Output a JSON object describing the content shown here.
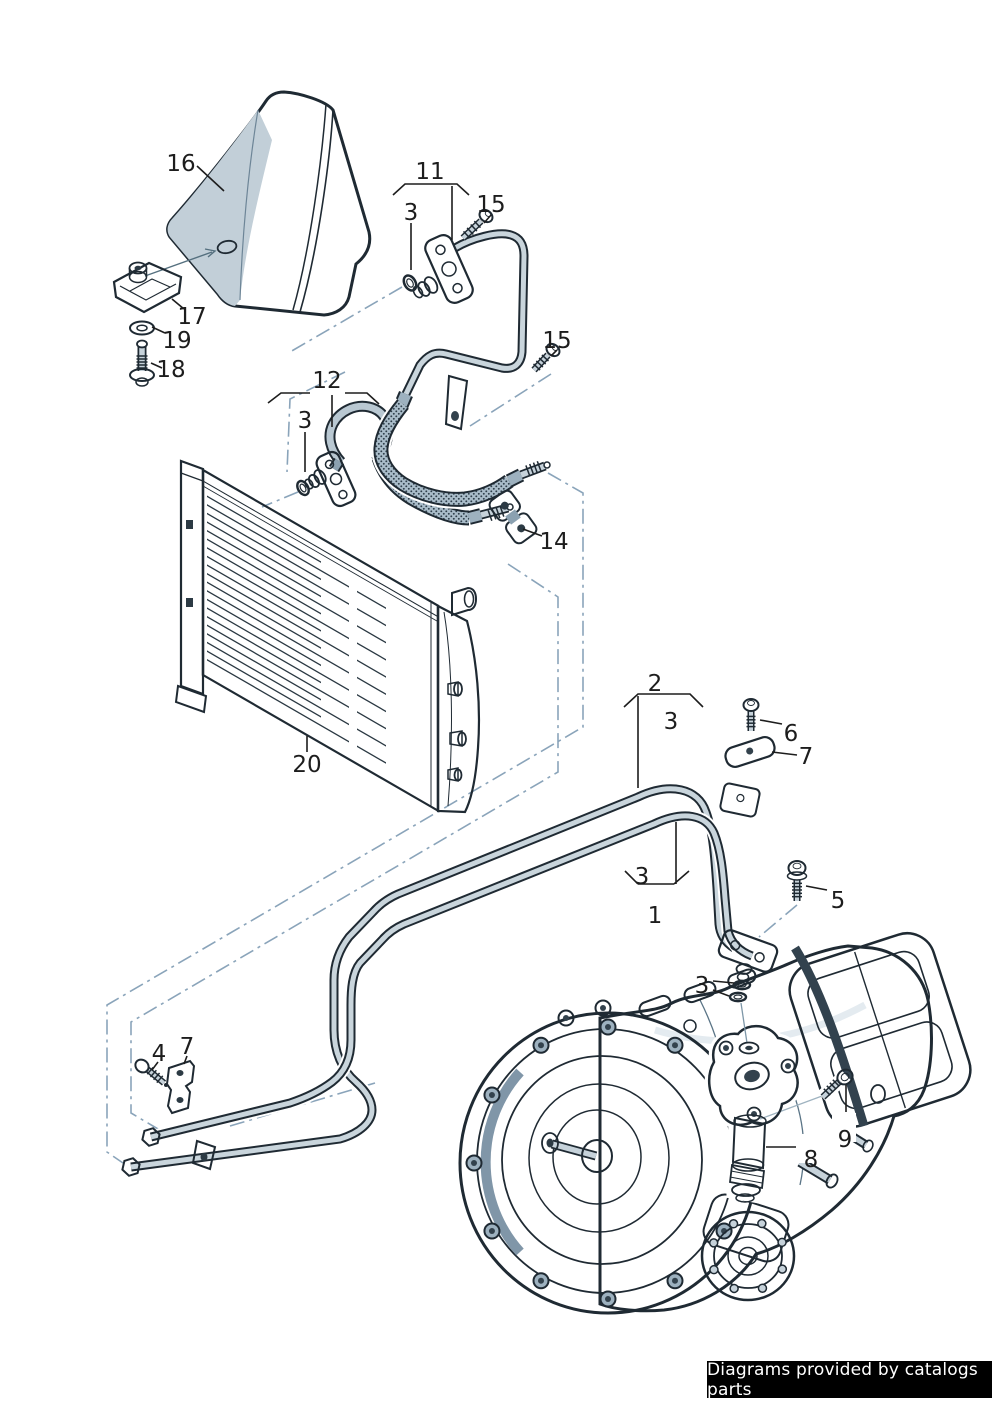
{
  "footer": {
    "text": "Diagrams provided by catalogs parts"
  },
  "colors": {
    "background": "#ffffff",
    "line_art": "#1f2a33",
    "fill_light": "#c6d2da",
    "fill_mid": "#9db1bf",
    "fill_dark": "#7b95a7",
    "guide_line": "#8aa4ba",
    "label_text": "#1d1d1d",
    "footer_bg": "#000000",
    "footer_text": "#ffffff"
  },
  "callouts": [
    {
      "ref": "16"
    },
    {
      "ref": "17"
    },
    {
      "ref": "19"
    },
    {
      "ref": "18"
    },
    {
      "ref": "11"
    },
    {
      "ref": "3"
    },
    {
      "ref": "15"
    },
    {
      "ref": "15"
    },
    {
      "ref": "12"
    },
    {
      "ref": "3"
    },
    {
      "ref": "14"
    },
    {
      "ref": "20"
    },
    {
      "ref": "2"
    },
    {
      "ref": "3"
    },
    {
      "ref": "6"
    },
    {
      "ref": "7"
    },
    {
      "ref": "3"
    },
    {
      "ref": "1"
    },
    {
      "ref": "5"
    },
    {
      "ref": "4"
    },
    {
      "ref": "7"
    },
    {
      "ref": "3"
    },
    {
      "ref": "8"
    },
    {
      "ref": "9"
    }
  ]
}
